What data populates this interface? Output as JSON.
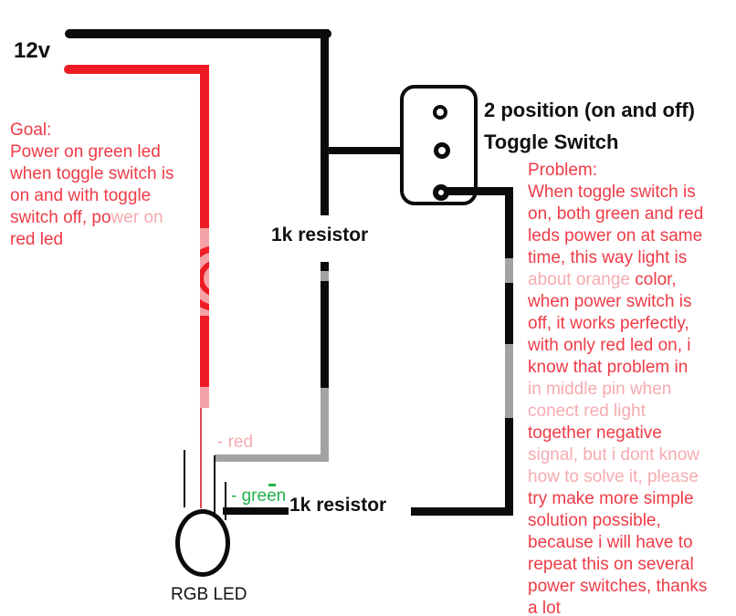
{
  "colors": {
    "wire_black": "#0b0b0b",
    "wire_red": "#ed1c24",
    "wire_faded_gray": "#a3a3a3",
    "wire_faded_pink": "#f5a2a8",
    "wire_thin_red": "#dd4750",
    "text_red": "#ee3b47",
    "text_red_faded": "#f6abb0",
    "text_green": "#21b14c",
    "text_black": "#111111"
  },
  "labels": {
    "supply": "12v",
    "resistor_top": "1k resistor",
    "resistor_bottom": "1k resistor",
    "switch_title_line1": "2 position (on and off)",
    "switch_title_line2": "Toggle Switch",
    "led": "RGB LED",
    "led_pin_red": "- red",
    "led_pin_green": "- green"
  },
  "goal": {
    "lines": [
      [
        {
          "text": "Goal:",
          "faded": false
        }
      ],
      [
        {
          "text": "Power on green led",
          "faded": false
        }
      ],
      [
        {
          "text": "when toggle switch is",
          "faded": false
        }
      ],
      [
        {
          "text": "on and with toggle",
          "faded": false
        }
      ],
      [
        {
          "text": "switch off, po",
          "faded": false
        },
        {
          "text": "wer on",
          "faded": true
        }
      ],
      [
        {
          "text": "red led",
          "faded": false
        }
      ]
    ]
  },
  "problem": {
    "lines": [
      [
        {
          "text": "Problem:",
          "faded": false
        }
      ],
      [
        {
          "text": "When toggle switch is",
          "faded": false
        }
      ],
      [
        {
          "text": "on, both green and red",
          "faded": false
        }
      ],
      [
        {
          "text": "leds power on at same",
          "faded": false
        }
      ],
      [
        {
          "text": "time, this way light is",
          "faded": false
        }
      ],
      [
        {
          "text": "about orange",
          "faded": true
        },
        {
          "text": " color,",
          "faded": false
        }
      ],
      [
        {
          "text": "when power switch is",
          "faded": false
        }
      ],
      [
        {
          "text": "off, it works perfectly,",
          "faded": false
        }
      ],
      [
        {
          "text": "with only red led on, i",
          "faded": false
        }
      ],
      [
        {
          "text": "know that problem in",
          "faded": false
        }
      ],
      [
        {
          "text": "in middle pin when",
          "faded": true
        }
      ],
      [
        {
          "text": "conect red light",
          "faded": true
        }
      ],
      [
        {
          "text": "together negative",
          "faded": false
        }
      ],
      [
        {
          "text": "signal, but i dont know",
          "faded": true
        }
      ],
      [
        {
          "text": "how to solve it, please",
          "faded": true
        }
      ],
      [
        {
          "text": "try make more simple",
          "faded": false
        }
      ],
      [
        {
          "text": "solution possible,",
          "faded": false
        }
      ],
      [
        {
          "text": "because i will have to",
          "faded": false
        }
      ],
      [
        {
          "text": "repeat this on several",
          "faded": false
        }
      ],
      [
        {
          "text": "power switches, thanks",
          "faded": false
        }
      ],
      [
        {
          "text": "a lot",
          "faded": false
        }
      ]
    ]
  }
}
